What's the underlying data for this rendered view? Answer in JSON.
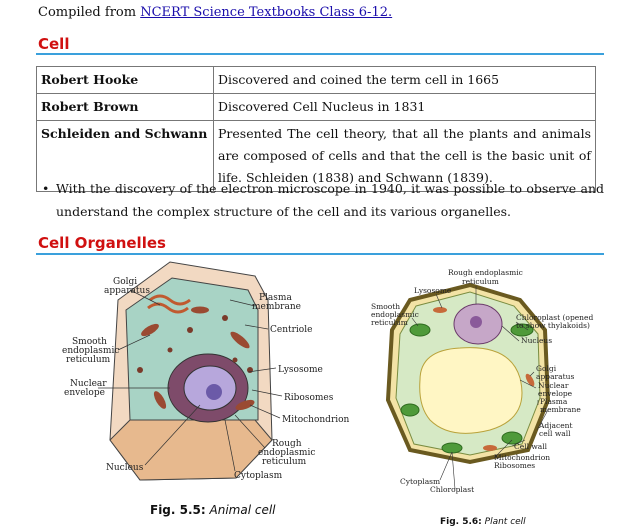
{
  "intro": {
    "prefix": "Compiled from ",
    "link": "NCERT Science Textbooks Class 6-12."
  },
  "section_cell": {
    "title": "Cell"
  },
  "table": [
    {
      "name": "Robert Hooke",
      "desc": "Discovered and coined the term cell in 1665"
    },
    {
      "name": "Robert Brown",
      "desc": "Discovered Cell Nucleus in 1831"
    },
    {
      "name": "Schleiden and Schwann",
      "desc": "Presented The cell theory, that all the plants and animals are composed of cells and that the cell is the basic unit of life. Schleiden (1838) and Schwann (1839)."
    }
  ],
  "bullet": "With the discovery of the electron microscope in 1940, it was possible to observe and understand the complex structure of the cell and its various organelles.",
  "section_organelles": {
    "title": "Cell Organelles"
  },
  "animal_cell": {
    "labels": {
      "golgi": "Golgi",
      "golgi2": "apparatus",
      "plasma": "Plasma",
      "plasma2": "membrane",
      "centriole": "Centriole",
      "smooth": "Smooth",
      "smooth2": "endoplasmic",
      "smooth3": "reticulum",
      "lysosome": "Lysosome",
      "nuclear": "Nuclear",
      "nuclear2": "envelope",
      "ribosomes": "Ribosomes",
      "mito": "Mitochondrion",
      "rough": "Rough",
      "rough2": "endoplasmic",
      "rough3": "reticulum",
      "nucleus": "Nucleus",
      "cytoplasm": "Cytoplasm"
    },
    "caption_fig": "Fig. 5.5:",
    "caption_text": "Animal cell"
  },
  "plant_cell": {
    "labels": {
      "rough": "Rough endoplasmic",
      "rough2": "reticulum",
      "lysosome": "Lysosome",
      "smooth": "Smooth",
      "smooth2": "endoplasmic",
      "smooth3": "reticulum",
      "chloro": "Chloroplast (opened",
      "chloro2": "to show thylakoids)",
      "nucleus": "Nucleus",
      "golgi": "Golgi",
      "golgi2": "apparatus",
      "nuclear": "Nuclear",
      "nuclear2": "envelope",
      "plasma": "Plasma",
      "plasma2": "membrane",
      "adjacent": "Adjacent",
      "adjacent2": "cell wall",
      "cellwall": "Cell wall",
      "mito": "Mitochondrion",
      "ribosomes": "Ribosomes",
      "cytoplasm": "Cytoplasm",
      "chloroplast": "Chloroplast"
    },
    "caption_fig": "Fig. 5.6:",
    "caption_text": "Plant cell"
  }
}
